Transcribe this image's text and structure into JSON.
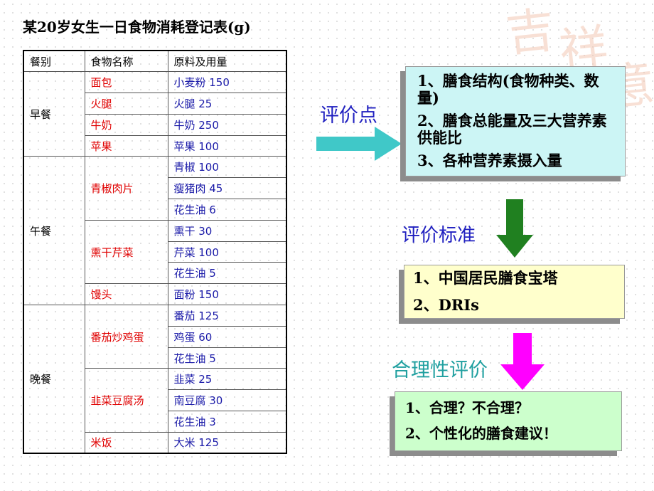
{
  "title": "某20岁女生一日食物消耗登记表(g)",
  "watermark": [
    "吉",
    "祥",
    "意"
  ],
  "table": {
    "headers": [
      "餐别",
      "食物名称",
      "原料及用量"
    ],
    "meals": {
      "breakfast": "早餐",
      "lunch": "午餐",
      "dinner": "晚餐"
    },
    "foods": [
      "面包",
      "火腿",
      "牛奶",
      "苹果",
      "青椒肉片",
      "熏干芹菜",
      "馒头",
      "番茄炒鸡蛋",
      "韭菜豆腐汤",
      "米饭"
    ],
    "ingredients": [
      "小麦粉 150",
      "火腿  25",
      "牛奶  250",
      "苹果  100",
      "青椒  100",
      "瘦猪肉  45",
      "花生油  6",
      "熏干  30",
      "芹菜  100",
      "花生油  5",
      "面粉  150",
      "番茄 125",
      "鸡蛋  60",
      "花生油  5",
      "韭菜  25",
      "南豆腐  30",
      "花生油  3",
      "大米  125"
    ]
  },
  "flow": {
    "label1": "评价点",
    "box1": [
      "1、膳食结构(食物种类、数量)",
      "2、膳食总能量及三大营养素供能比",
      "3、各种营养素摄入量"
    ],
    "label2": "评价标准",
    "box2": [
      "1、中国居民膳食宝塔",
      "2、DRIs"
    ],
    "label3": "合理性评价",
    "box3": [
      "1、合理？不合理？",
      "2、个性化的膳食建议！"
    ]
  },
  "colors": {
    "food_text": "#e00000",
    "ingredient_text": "#1a1aa8",
    "arrow_teal": "#40c8c8",
    "arrow_green": "#208020",
    "arrow_magenta": "#ff00ff",
    "label_blue": "#2020c0",
    "label_teal": "#20a0a0",
    "box1_bg": "#ccf5f5",
    "box2_bg": "#ffffcc",
    "box3_bg": "#ccffcc"
  }
}
